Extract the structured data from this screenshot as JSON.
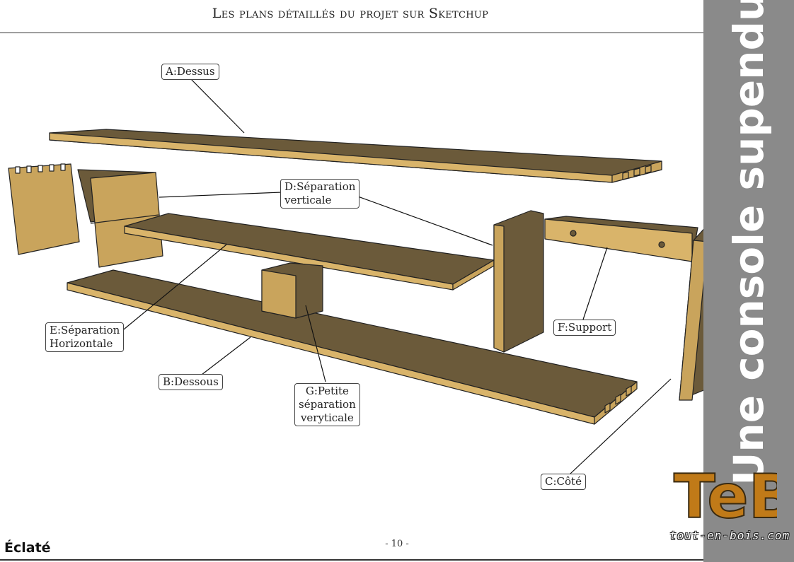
{
  "header": {
    "title": "Les plans détaillés du projet sur Sketchup"
  },
  "side": {
    "title": "Une console supendue"
  },
  "labels": {
    "dessus": "A:Dessus",
    "sep_vert_1": "D:Séparation",
    "sep_vert_2": "verticale",
    "sep_horiz_1": "E:Séparation",
    "sep_horiz_2": "Horizontale",
    "dessous": "B:Dessous",
    "petite_1": "G:Petite",
    "petite_2": "séparation",
    "petite_3": "veryticale",
    "support": "F:Support",
    "cote": "C:Côté"
  },
  "footer": {
    "section": "Éclaté",
    "page": "- 10 -"
  },
  "logo": {
    "letters": "TeB",
    "site": "tout-en-bois.com"
  },
  "colors": {
    "wood_top": "#6b5a3a",
    "wood_edge": "#d9b46a",
    "band": "#8a8a8a"
  }
}
